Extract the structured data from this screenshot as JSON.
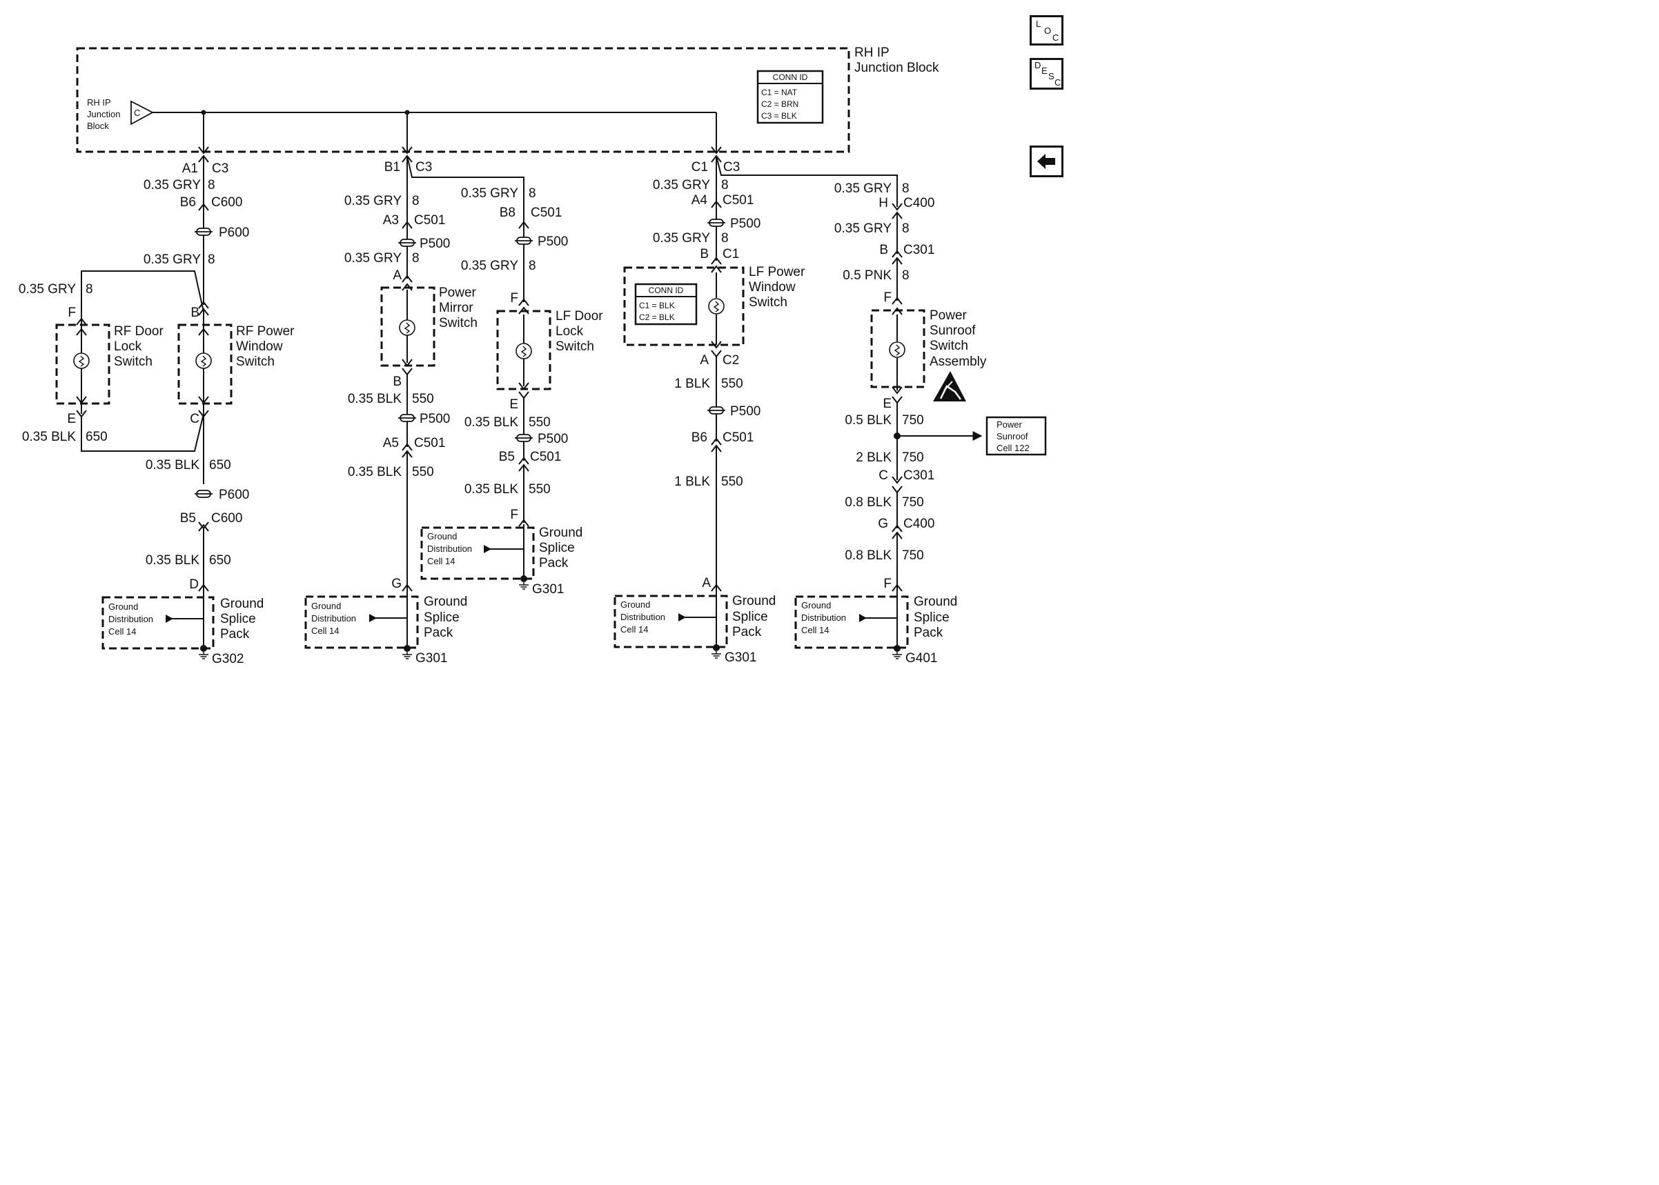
{
  "nav": {
    "loc_chars": [
      "L",
      "O",
      "C"
    ],
    "desc_chars": [
      "D",
      "E",
      "S",
      "C"
    ],
    "back_icon": "left-arrow-icon"
  },
  "junction_block": {
    "title_line1": "RH IP",
    "title_line2": "Junction Block",
    "input_label_lines": [
      "RH IP",
      "Junction",
      "Block"
    ],
    "input_connector": "C",
    "conn_id": {
      "title": "CONN ID",
      "rows": [
        "C1 = NAT",
        "C2 = BRN",
        "C3 = BLK"
      ]
    }
  },
  "circuits": {
    "rf": {
      "top_pin": "A1",
      "top_conn": "C3",
      "w1_size": "0.35 GRY",
      "w1_ckt": "8",
      "c600_pin": "B6",
      "c600_conn": "C600",
      "splice_top": "P600",
      "w2_size": "0.35 GRY",
      "w2_ckt": "8",
      "door_w_size": "0.35 GRY",
      "door_w_ckt": "8",
      "door_pin_in": "F",
      "door_name": [
        "RF Door",
        "Lock",
        "Switch"
      ],
      "door_pin_out": "E",
      "win_pin_in": "B",
      "win_name": [
        "RF Power",
        "Window",
        "Switch"
      ],
      "win_pin_out": "C",
      "gnd_w1_size": "0.35 BLK",
      "gnd_w1_ckt": "650",
      "gnd_w2_size": "0.35 BLK",
      "gnd_w2_ckt": "650",
      "splice_bottom": "P600",
      "c600b_pin": "B5",
      "c600b_conn": "C600",
      "gnd_w3_size": "0.35 BLK",
      "gnd_w3_ckt": "650",
      "gsp_pin": "D",
      "ground": "G302"
    },
    "mirror": {
      "top_pin": "B1",
      "top_conn": "C3",
      "w1_size": "0.35 GRY",
      "w1_ckt": "8",
      "c501_pin": "A3",
      "c501_conn": "C501",
      "splice": "P500",
      "w2_size": "0.35 GRY",
      "w2_ckt": "8",
      "sw_pin_in": "A",
      "sw_name": [
        "Power",
        "Mirror",
        "Switch"
      ],
      "sw_pin_out": "B",
      "w3_size": "0.35 BLK",
      "w3_ckt": "550",
      "splice2": "P500",
      "c501b_pin": "A5",
      "c501b_conn": "C501",
      "w4_size": "0.35 BLK",
      "w4_ckt": "550",
      "gsp_pin": "G",
      "ground": "G301"
    },
    "lf_door": {
      "w1_size": "0.35 GRY",
      "w1_ckt": "8",
      "c501_pin": "B8",
      "c501_conn": "C501",
      "splice": "P500",
      "w2_size": "0.35 GRY",
      "w2_ckt": "8",
      "sw_pin_in": "F",
      "sw_name": [
        "LF Door",
        "Lock",
        "Switch"
      ],
      "sw_pin_out": "E",
      "w3_size": "0.35 BLK",
      "w3_ckt": "550",
      "splice2": "P500",
      "c501b_pin": "B5",
      "c501b_conn": "C501",
      "w4_size": "0.35 BLK",
      "w4_ckt": "550",
      "gsp_pin": "F",
      "ground": "G301"
    },
    "lf_window": {
      "top_pin": "C1",
      "top_conn": "C3",
      "w1_size": "0.35 GRY",
      "w1_ckt": "8",
      "c501_pin": "A4",
      "c501_conn": "C501",
      "splice": "P500",
      "w2_size": "0.35 GRY",
      "w2_ckt": "8",
      "sw_pin_in": "B",
      "sw_conn_in": "C1",
      "sw_name": [
        "LF Power",
        "Window",
        "Switch"
      ],
      "sw_conn_id": {
        "title": "CONN ID",
        "rows": [
          "C1 = BLK",
          "C2 = BLK"
        ]
      },
      "sw_pin_out": "A",
      "sw_conn_out": "C2",
      "w3_size": "1 BLK",
      "w3_ckt": "550",
      "splice2": "P500",
      "c501b_pin": "B6",
      "c501b_conn": "C501",
      "w4_size": "1 BLK",
      "w4_ckt": "550",
      "gsp_pin": "A",
      "ground": "G301"
    },
    "sunroof": {
      "w1_size": "0.35 GRY",
      "w1_ckt": "8",
      "c400_pin": "H",
      "c400_conn": "C400",
      "w2_size": "0.35 GRY",
      "w2_ckt": "8",
      "c301_pin": "B",
      "c301_conn": "C301",
      "w3_size": "0.5 PNK",
      "w3_ckt": "8",
      "sw_pin_in": "F",
      "sw_name": [
        "Power",
        "Sunroof",
        "Switch",
        "Assembly"
      ],
      "sw_pin_out": "E",
      "esd_icon": "esd-warning-icon",
      "w4_size": "0.5 BLK",
      "w4_ckt": "750",
      "ref_box": [
        "Power",
        "Sunroof",
        "Cell 122"
      ],
      "w5_size": "2 BLK",
      "w5_ckt": "750",
      "c301b_pin": "C",
      "c301b_conn": "C301",
      "w6_size": "0.8 BLK",
      "w6_ckt": "750",
      "c400b_pin": "G",
      "c400b_conn": "C400",
      "w7_size": "0.8 BLK",
      "w7_ckt": "750",
      "gsp_pin": "F",
      "ground": "G401"
    }
  },
  "ground_splice": {
    "name_lines": [
      "Ground",
      "Splice",
      "Pack"
    ],
    "ref_lines": [
      "Ground",
      "Distribution",
      "Cell 14"
    ]
  }
}
